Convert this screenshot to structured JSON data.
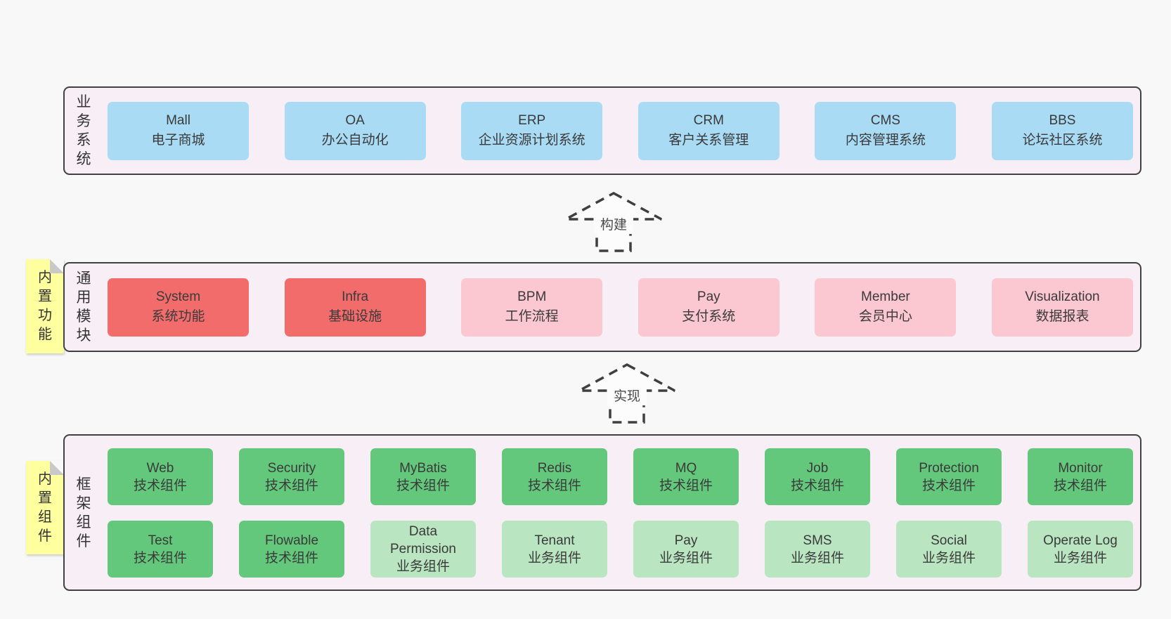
{
  "colors": {
    "background": "#f8f8f8",
    "band_fill": "#f8eef6",
    "band_border": "#414141",
    "business_box": "#a9dbf5",
    "core_module_box": "#f26c6c",
    "optional_module_box": "#fbc7d1",
    "tech_component_box": "#63c87b",
    "biz_component_box": "#b9e5c1",
    "sticky_note": "#feff9e",
    "text": "#3a3a3a"
  },
  "arrows": [
    {
      "label": "构建"
    },
    {
      "label": "实现"
    }
  ],
  "bands": [
    {
      "label": "业务系统",
      "items": [
        {
          "name": "Mall",
          "desc": "电子商城"
        },
        {
          "name": "OA",
          "desc": "办公自动化"
        },
        {
          "name": "ERP",
          "desc": "企业资源计划系统"
        },
        {
          "name": "CRM",
          "desc": "客户关系管理"
        },
        {
          "name": "CMS",
          "desc": "内容管理系统"
        },
        {
          "name": "BBS",
          "desc": "论坛社区系统"
        }
      ]
    },
    {
      "label": "通用模块",
      "sticky": "内置功能",
      "items": [
        {
          "name": "System",
          "desc": "系统功能"
        },
        {
          "name": "Infra",
          "desc": "基础设施"
        },
        {
          "name": "BPM",
          "desc": "工作流程"
        },
        {
          "name": "Pay",
          "desc": "支付系统"
        },
        {
          "name": "Member",
          "desc": "会员中心"
        },
        {
          "name": "Visualization",
          "desc": "数据报表"
        }
      ]
    },
    {
      "label": "框架组件",
      "sticky": "内置组件",
      "rows": [
        [
          {
            "name": "Web",
            "desc": "技术组件"
          },
          {
            "name": "Security",
            "desc": "技术组件"
          },
          {
            "name": "MyBatis",
            "desc": "技术组件"
          },
          {
            "name": "Redis",
            "desc": "技术组件"
          },
          {
            "name": "MQ",
            "desc": "技术组件"
          },
          {
            "name": "Job",
            "desc": "技术组件"
          },
          {
            "name": "Protection",
            "desc": "技术组件"
          },
          {
            "name": "Monitor",
            "desc": "技术组件"
          }
        ],
        [
          {
            "name": "Test",
            "desc": "技术组件"
          },
          {
            "name": "Flowable",
            "desc": "技术组件"
          },
          {
            "name": "Data Permission",
            "desc": "业务组件"
          },
          {
            "name": "Tenant",
            "desc": "业务组件"
          },
          {
            "name": "Pay",
            "desc": "业务组件"
          },
          {
            "name": "SMS",
            "desc": "业务组件"
          },
          {
            "name": "Social",
            "desc": "业务组件"
          },
          {
            "name": "Operate Log",
            "desc": "业务组件"
          }
        ]
      ]
    }
  ]
}
